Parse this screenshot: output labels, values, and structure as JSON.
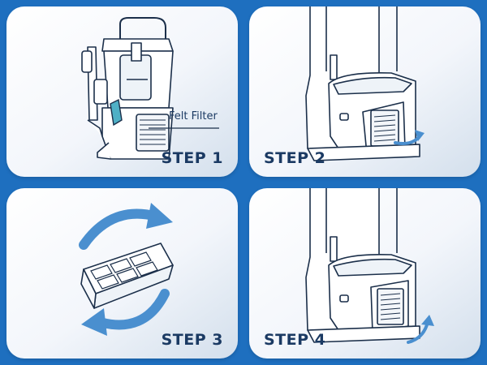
{
  "panels": [
    {
      "step_label": "STEP 1",
      "callout": "Felt Filter"
    },
    {
      "step_label": "STEP 2"
    },
    {
      "step_label": "STEP 3"
    },
    {
      "step_label": "STEP 4"
    }
  ],
  "colors": {
    "background": "#1e6fbf",
    "arrow": "#4a8fcf",
    "accent_tab": "#4fb0c6",
    "text": "#1b3a63",
    "outline": "#1b2f4a"
  },
  "icons": [
    "vacuum-icon",
    "dust-cup-icon",
    "filter-icon",
    "rotate-arrow-icon"
  ]
}
